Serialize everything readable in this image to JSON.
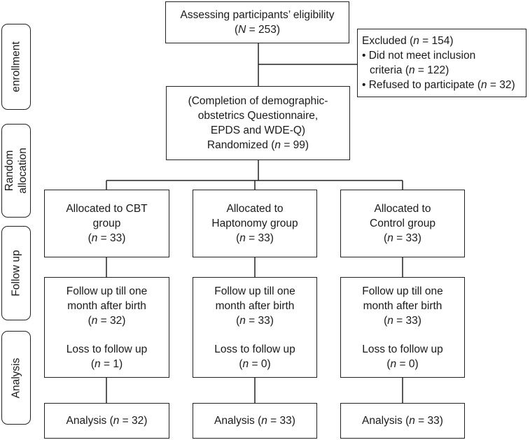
{
  "stages": {
    "enrollment": "enrollment",
    "random_allocation": [
      "Random",
      "allocation"
    ],
    "follow_up": "Follow up",
    "analysis": "Analysis"
  },
  "eligibility": {
    "line1": "Assessing participants’ eligibility",
    "line2_pre": "(",
    "line2_var": "N",
    "line2_post": " = 253)"
  },
  "excluded": {
    "title_pre": "Excluded (",
    "title_var": "n",
    "title_post": " = 154)",
    "item1_line1": "• Did not meet inclusion",
    "item1_line2_pre": "criteria (",
    "item1_line2_var": "n",
    "item1_line2_post": " = 122)",
    "item2_pre": "• Refused to participate (",
    "item2_var": "n",
    "item2_post": " = 32)"
  },
  "randomized": {
    "line1": "(Completion of demographic-",
    "line2": "obstetrics Questionnaire,",
    "line3": "EPDS and WDE-Q)",
    "line4_pre": "Randomized (",
    "line4_var": "n",
    "line4_post": " = 99)"
  },
  "groups": [
    {
      "alloc_line1": "Allocated to CBT",
      "alloc_line2": "group",
      "alloc_n": " = 33)",
      "fu_line1": "Follow up till one",
      "fu_line2": "month after birth",
      "fu_n": " = 32)",
      "loss_label": "Loss to follow up",
      "loss_n": " = 1)",
      "analysis_pre": "Analysis (",
      "analysis_n": " = 32)"
    },
    {
      "alloc_line1": "Allocated to",
      "alloc_line2": "Haptonomy group",
      "alloc_n": " = 33)",
      "fu_line1": "Follow up till one",
      "fu_line2": "month after birth",
      "fu_n": " = 33)",
      "loss_label": "Loss to follow up",
      "loss_n": " = 0)",
      "analysis_pre": "Analysis (",
      "analysis_n": " = 33)"
    },
    {
      "alloc_line1": "Allocated to",
      "alloc_line2": "Control group",
      "alloc_n": " = 33)",
      "fu_line1": "Follow up till one",
      "fu_line2": "month after birth",
      "fu_n": " = 33)",
      "loss_label": "Loss to follow up",
      "loss_n": " = 0)",
      "analysis_pre": "Analysis (",
      "analysis_n": " = 33)"
    }
  ],
  "n_symbol": "n",
  "open_paren": "("
}
